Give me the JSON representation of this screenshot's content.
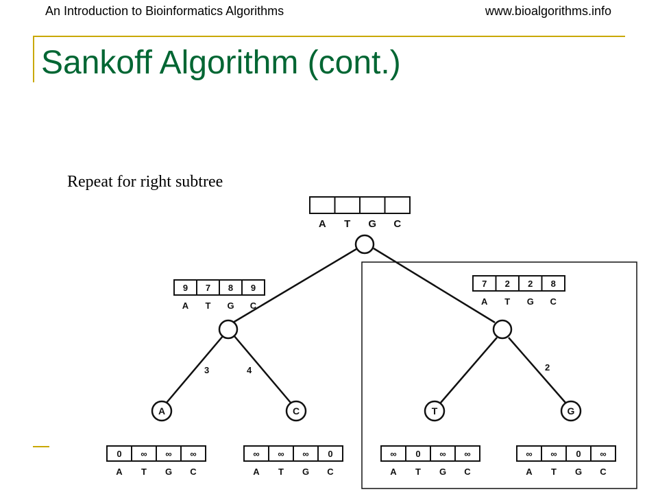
{
  "header": {
    "left": "An Introduction to Bioinformatics Algorithms",
    "right": "www.bioalgorithms.info"
  },
  "title": "Sankoff Algorithm (cont.)",
  "subtitle": "Repeat for right subtree",
  "alphabet": [
    "A",
    "T",
    "G",
    "C"
  ],
  "colors": {
    "title": "#006633",
    "rule": "#c9a800"
  },
  "tree": {
    "root": {
      "scores": [
        "",
        "",
        "",
        ""
      ]
    },
    "left_internal": {
      "scores": [
        "9",
        "7",
        "8",
        "9"
      ]
    },
    "right_internal": {
      "scores": [
        "7",
        "2",
        "2",
        "8"
      ]
    },
    "leaves": [
      {
        "label": "A",
        "scores": [
          "0",
          "∞",
          "∞",
          "∞"
        ]
      },
      {
        "label": "C",
        "scores": [
          "∞",
          "∞",
          "∞",
          "0"
        ]
      },
      {
        "label": "T",
        "scores": [
          "∞",
          "0",
          "∞",
          "∞"
        ]
      },
      {
        "label": "G",
        "scores": [
          "∞",
          "∞",
          "0",
          "∞"
        ]
      }
    ],
    "edge_labels": {
      "left_internal_to_A": "3",
      "left_internal_to_C": "4",
      "right_internal_to_G": "2"
    }
  }
}
